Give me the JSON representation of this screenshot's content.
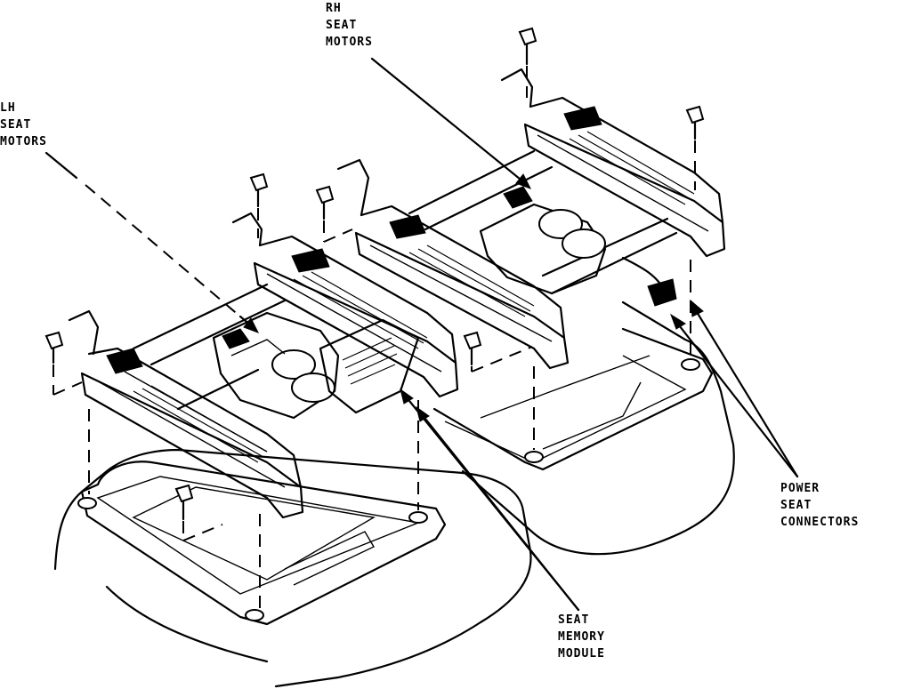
{
  "diagram": {
    "callouts": {
      "rh_seat_motors": [
        "RH",
        "SEAT",
        "MOTORS"
      ],
      "lh_seat_motors": [
        "LH",
        "SEAT",
        "MOTORS"
      ],
      "power_seat_connectors": [
        "POWER",
        "SEAT",
        "CONNECTORS"
      ],
      "seat_memory_module": [
        "SEAT",
        "MEMORY",
        "MODULE"
      ]
    },
    "colors": {
      "ink": "#000000",
      "paper": "#ffffff"
    }
  }
}
